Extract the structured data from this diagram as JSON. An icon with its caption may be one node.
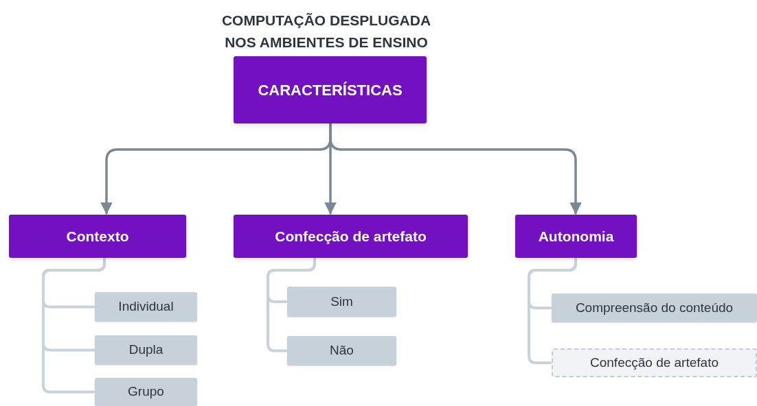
{
  "diagram": {
    "title": "COMPUTAÇÃO DESPLUGADA NOS AMBIENTES DE ENSINO",
    "nodes": [
      {
        "text": [
          "CARACTERÍSTICAS"
        ]
      },
      {
        "text": [
          "Contexto"
        ]
      },
      {
        "text": [
          "Confecção de artefato"
        ]
      },
      {
        "text": [
          "Autonomia"
        ]
      },
      {
        "text": [
          "Individual"
        ]
      },
      {
        "text": [
          "Dupla"
        ]
      },
      {
        "text": [
          "Grupo"
        ]
      },
      {
        "text": [
          "Sim"
        ]
      },
      {
        "text": [
          "Não"
        ]
      },
      {
        "text": [
          "Compreensão do conteúdo"
        ]
      },
      {
        "text": [
          "Confecção de artefato"
        ]
      }
    ],
    "edges": [
      {
        "from": 0,
        "to": 1,
        "arrow": "to",
        "color": "#7b8894"
      },
      {
        "from": 0,
        "to": 2,
        "arrow": "to",
        "color": "#7b8894"
      },
      {
        "from": 0,
        "to": 3,
        "arrow": "to",
        "color": "#7b8894"
      },
      {
        "from": 1,
        "to": 4,
        "arrow": "none"
      },
      {
        "from": 1,
        "to": 5,
        "arrow": "none"
      },
      {
        "from": 1,
        "to": 6,
        "arrow": "none"
      },
      {
        "from": 2,
        "to": 7,
        "arrow": "none"
      },
      {
        "from": 2,
        "to": 8,
        "arrow": "none"
      },
      {
        "from": 3,
        "to": 9,
        "arrow": "none"
      },
      {
        "from": 3,
        "to": 10,
        "arrow": "none"
      }
    ]
  }
}
